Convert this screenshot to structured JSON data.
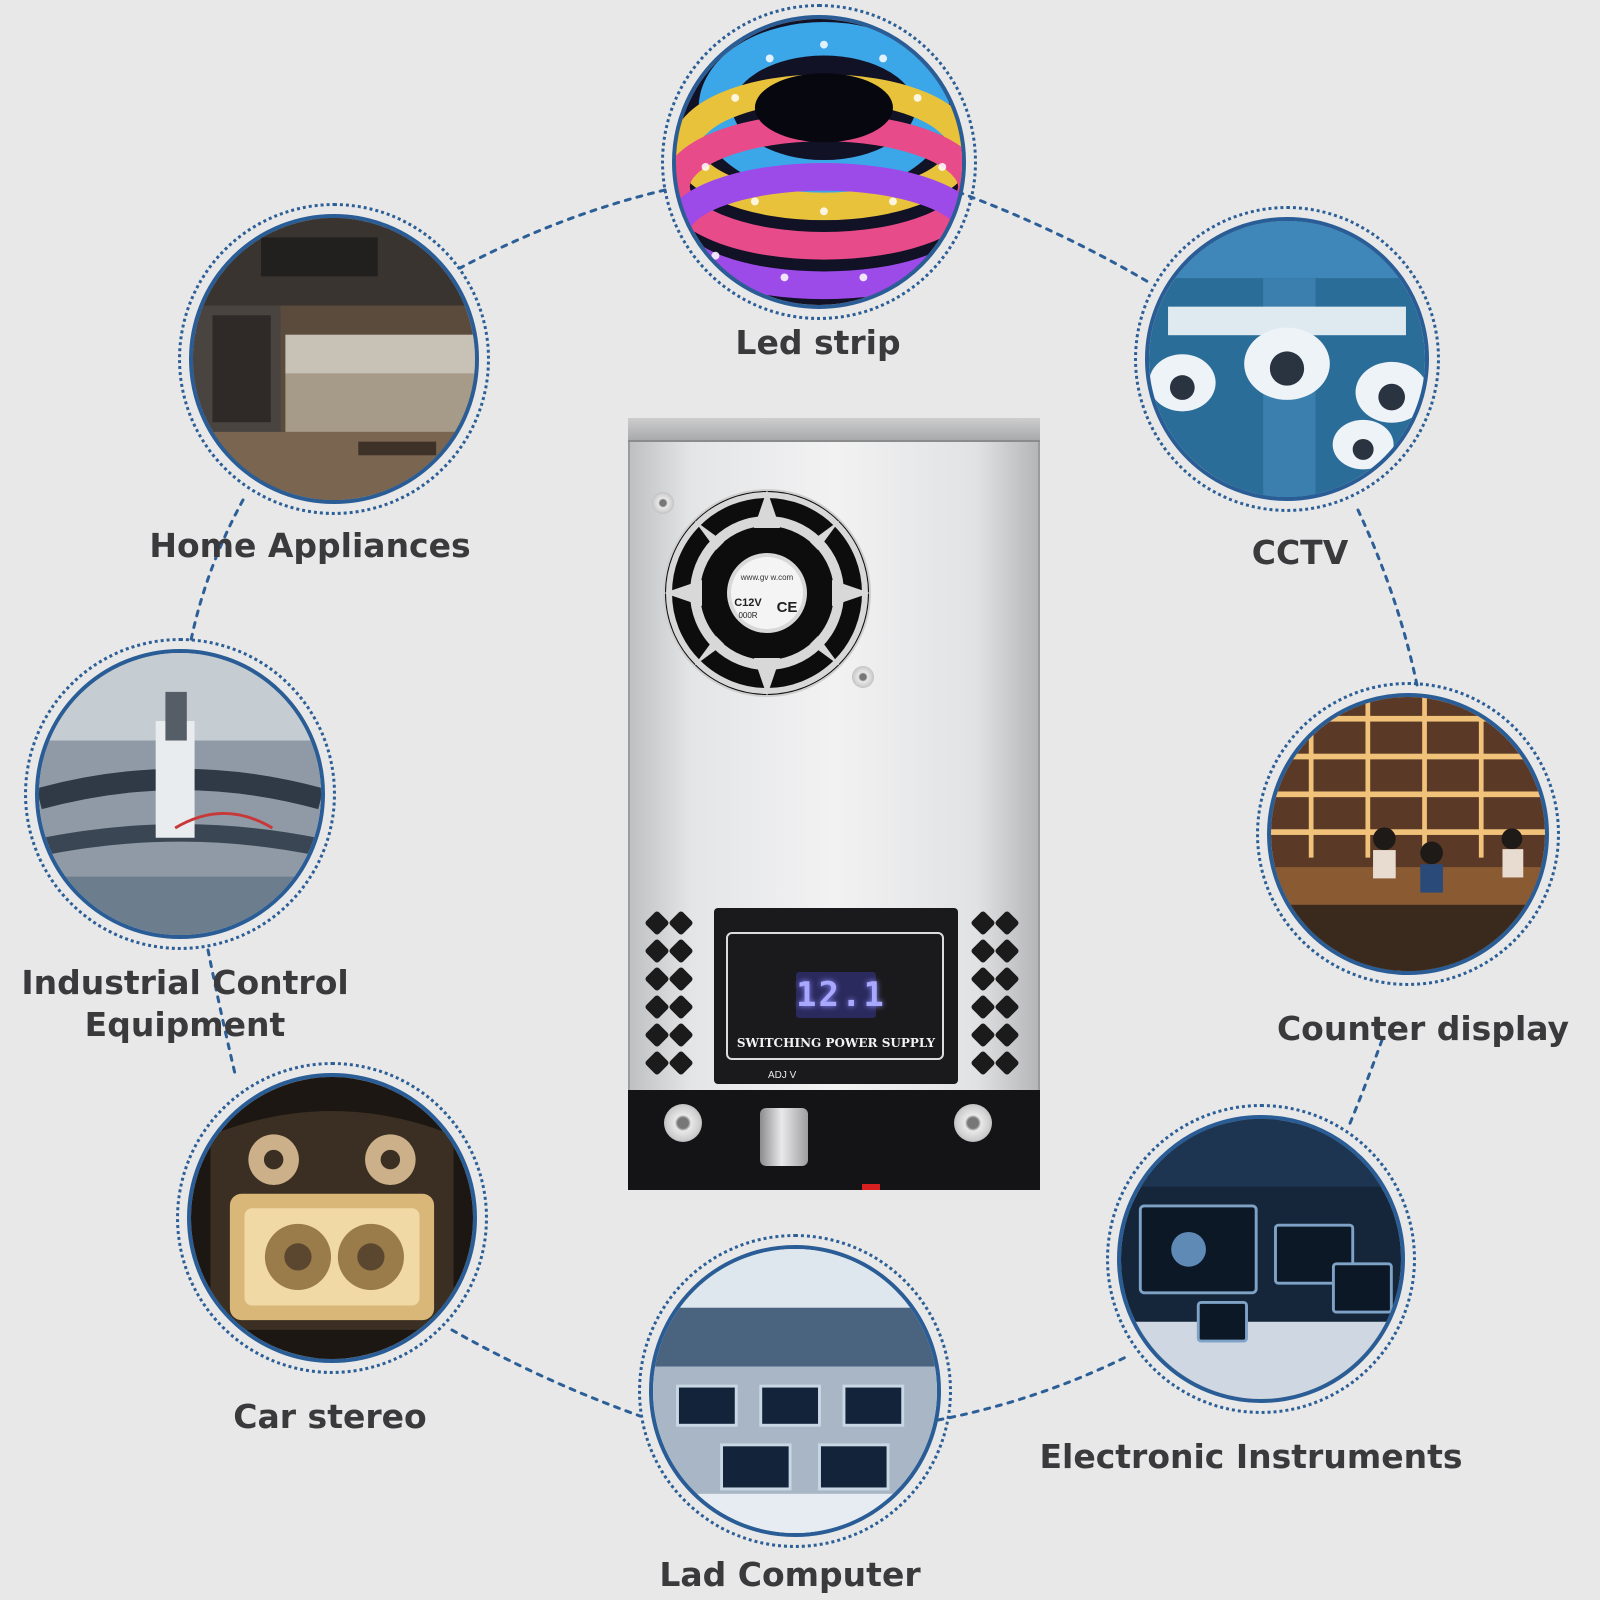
{
  "applications": [
    {
      "id": "led-strip",
      "label": "Led strip"
    },
    {
      "id": "home-appliances",
      "label": "Home Appliances"
    },
    {
      "id": "cctv",
      "label": "CCTV"
    },
    {
      "id": "industrial-control",
      "label_line1": "Industrial Control",
      "label_line2": "Equipment"
    },
    {
      "id": "counter-display",
      "label": "Counter display"
    },
    {
      "id": "car-stereo",
      "label": "Car stereo"
    },
    {
      "id": "electronic-instruments",
      "label": "Electronic Instruments"
    },
    {
      "id": "lad-computer",
      "label": "Lad Computer"
    }
  ],
  "product": {
    "display_reading": "12.1",
    "panel_label": "SWITCHING POWER SUPPLY",
    "adj_label": "ADJ V",
    "fan_sticker_line1": "www.gv   w.com",
    "fan_sticker_line2": "C12V",
    "fan_sticker_line3": "000R",
    "fan_sticker_mark": "CE"
  },
  "colors": {
    "background": "#e8e8e9",
    "accent_blue": "#2d5f97",
    "label_text": "#3a3a3c",
    "lcd_glow": "#a9a8ff"
  }
}
